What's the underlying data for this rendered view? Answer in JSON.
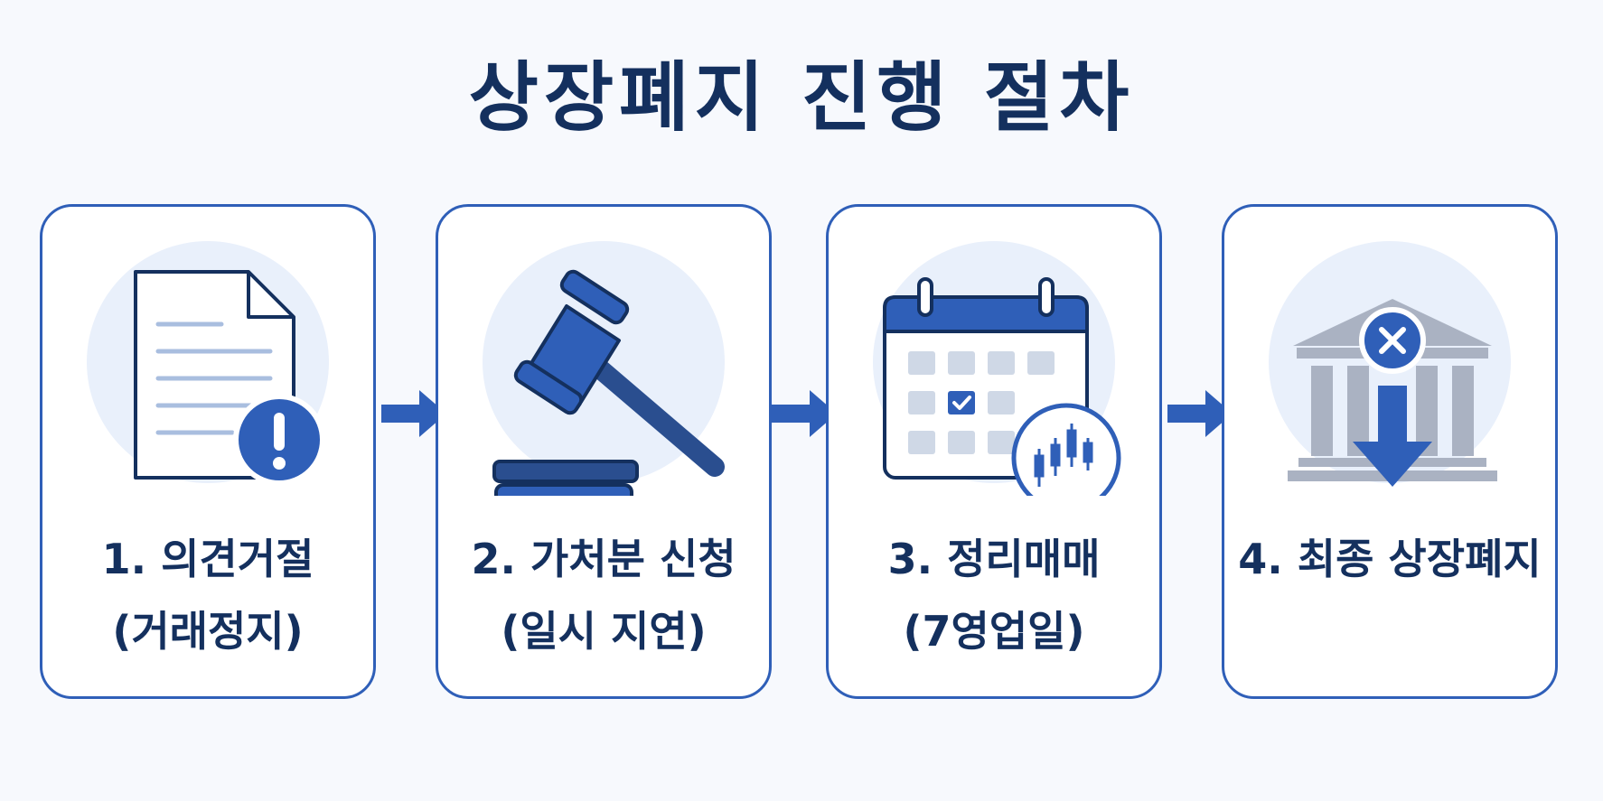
{
  "title": "상장폐지 진행 절차",
  "colors": {
    "primary": "#2f5fb8",
    "dark": "#14305e",
    "background": "#f7f9fd",
    "gray": "#aab2c2"
  },
  "steps": [
    {
      "line1": "1. 의견거절",
      "line2": "(거래정지)",
      "icon": "document-warning-icon"
    },
    {
      "line1": "2. 가처분 신청",
      "line2": "(일시 지연)",
      "icon": "gavel-icon"
    },
    {
      "line1": "3. 정리매매",
      "line2": "(7영업일)",
      "icon": "calendar-chart-icon"
    },
    {
      "line1": "4. 최종 상장폐지",
      "line2": "",
      "icon": "bank-delist-icon"
    }
  ]
}
